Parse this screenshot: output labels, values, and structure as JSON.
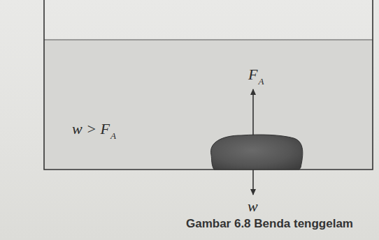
{
  "diagram": {
    "caption": "Gambar 6.8 Benda tenggelam",
    "labels": [
      "F",
      "A",
      "w > F",
      "A",
      "w"
    ]
  }
}
